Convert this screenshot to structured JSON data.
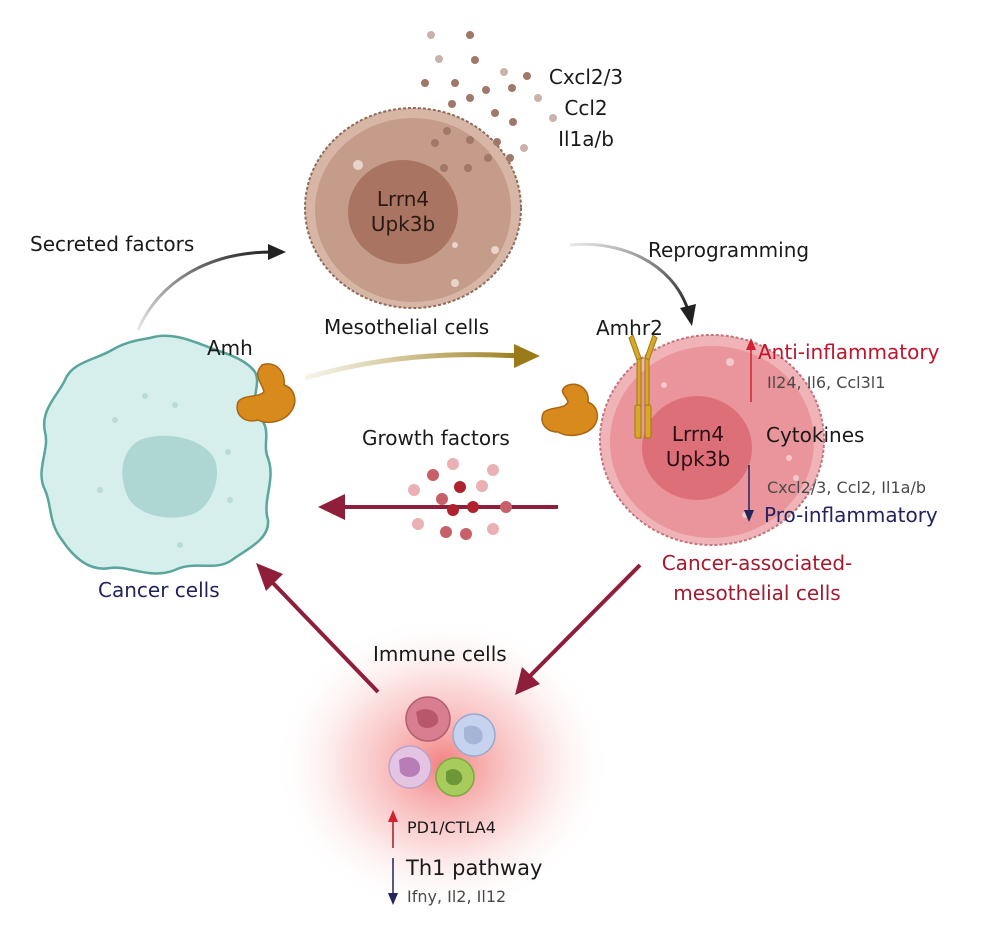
{
  "mesothelial": {
    "secreted": [
      "Cxcl2/3",
      "Ccl2",
      "Il1a/b"
    ],
    "nucleus_line1": "Lrrn4",
    "nucleus_line2": "Upk3b",
    "label": "Mesothelial cells",
    "color": "#c49a86"
  },
  "cancer": {
    "label": "Cancer cells",
    "ligand": "Amh",
    "color": "#d3ebe9"
  },
  "cam": {
    "receptor": "Amhr2",
    "nucleus_line1": "Lrrn4",
    "nucleus_line2": "Upk3b",
    "label_line1": "Cancer-associated-",
    "label_line2": "mesothelial cells",
    "cytokines": "Cytokines",
    "anti_label": "Anti-inflammatory",
    "anti_genes": "Il24, Il6, Ccl3l1",
    "pro_genes": "Cxcl2/3, Ccl2, Il1a/b",
    "pro_label": "Pro-inflammatory",
    "color": "#e58a92"
  },
  "arrows": {
    "secreted_factors": "Secreted factors",
    "reprogramming": "Reprogramming",
    "growth_factors": "Growth factors"
  },
  "immune": {
    "label": "Immune cells",
    "up_label": "PD1/CTLA4",
    "down_label": "Th1 pathway",
    "down_genes": "Ifny, Il2, Il12"
  }
}
